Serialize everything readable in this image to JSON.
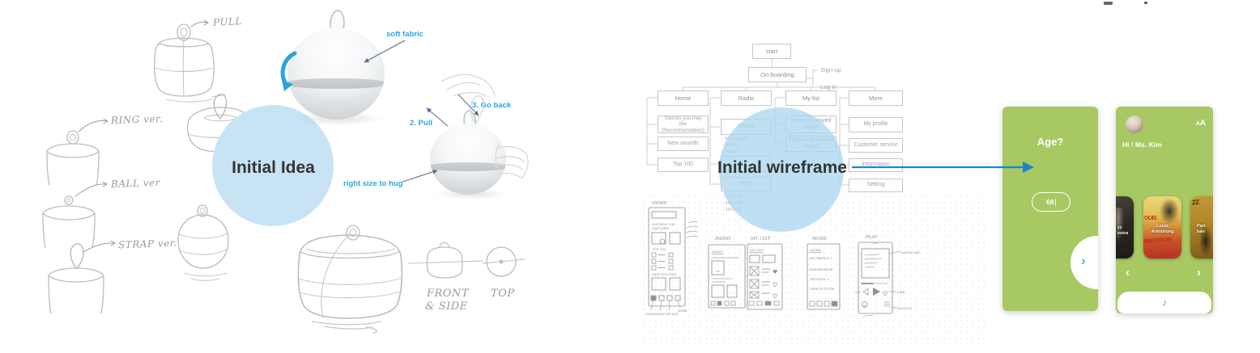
{
  "idea_panel": {
    "badge": "Initial Idea",
    "sketch_labels": {
      "pull": "PULL",
      "ring": "RING ver.",
      "ball": "BALL ver",
      "strap": "STRAP ver.",
      "front_side_1": "FRONT",
      "front_side_2": "& SIDE",
      "top": "TOP"
    },
    "callouts": {
      "soft_fabric": "soft fabric",
      "pull_step": "2. Pull",
      "go_back_step": "3. Go back",
      "hug": "right size to hug"
    }
  },
  "wireframe_panel": {
    "badge": "Initial wireframe",
    "flow": {
      "start": "start",
      "onboarding": "On-boarding",
      "signup": "Sign-up",
      "login": "Log in",
      "columns": [
        {
          "title": "Home",
          "items": [
            "Sounds you may like (Recommendation)",
            "New sounds",
            "Top 100"
          ]
        },
        {
          "title": "Radio",
          "items": [
            "Genre",
            "Time"
          ],
          "genre_bullets": [
            "Man-made",
            "Music",
            "Nature"
          ],
          "time_bullets": [
            "1930-40",
            "1950-60",
            "1970-80"
          ]
        },
        {
          "title": "My list",
          "items": [
            "Recently played songs",
            "Frequently played songs"
          ]
        },
        {
          "title": "More",
          "items": [
            "My profile",
            "Customer service",
            "Information",
            "Setting"
          ]
        }
      ]
    },
    "sketches": {
      "home": {
        "title": "HOME",
        "line1": "SOUNDS YOU",
        "line2": "MAY LIKE",
        "top100": "TOP 100",
        "new_sounds": "NEW SOUNDS",
        "nav": [
          "HOME",
          "RADIO",
          "MY LIST",
          "MORE"
        ]
      },
      "radio": {
        "title": "RADIO",
        "inner": "RADIO"
      },
      "mylist": {
        "title": "MY LIST",
        "inner": "MY LIST"
      },
      "more": {
        "title": "MORE",
        "inner": "MORE",
        "rows": [
          "MY PROFILE >",
          "INFORMATION",
          "SETTINGS >",
          "SPEECH GUIDE"
        ]
      },
      "play": {
        "title": "PLAY",
        "album_art": "ALBUM ART",
        "like": "LIKE",
        "playlist": "PLAYLIST"
      }
    }
  },
  "app": {
    "age_screen": {
      "question": "Age?",
      "value": "68",
      "next": "›"
    },
    "home_screen": {
      "greeting": "Hi ! Ms. Kim",
      "text_size_small": "A",
      "text_size_large": "A",
      "albums": [
        {
          "line1": "zz",
          "line2": "estra"
        },
        {
          "line1": "Louis",
          "line2": "Armstrong",
          "art1": "OUIS",
          "art2": "RMSTRON"
        },
        {
          "line1": "Part",
          "line2": "ban",
          "art1": "ZZ"
        }
      ],
      "prev": "‹",
      "next": "›",
      "music_note": "♪"
    }
  }
}
